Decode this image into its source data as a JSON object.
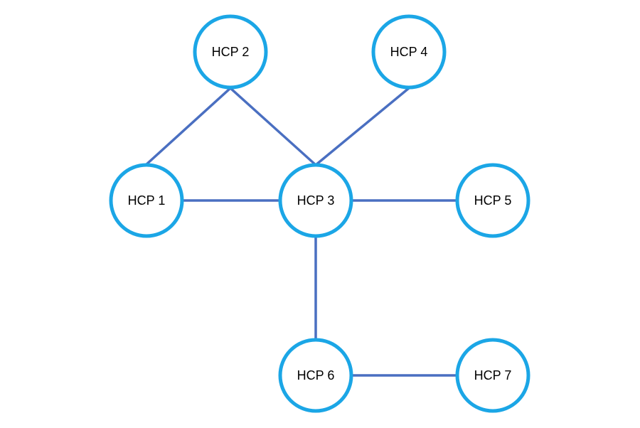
{
  "colors": {
    "node_stroke": "#1BA6E6",
    "node_fill": "#FFFFFF",
    "edge": "#4A6FC1",
    "label": "#000000"
  },
  "nodes": [
    {
      "id": "hcp1",
      "label": "HCP 1"
    },
    {
      "id": "hcp2",
      "label": "HCP 2"
    },
    {
      "id": "hcp3",
      "label": "HCP 3"
    },
    {
      "id": "hcp4",
      "label": "HCP 4"
    },
    {
      "id": "hcp5",
      "label": "HCP 5"
    },
    {
      "id": "hcp6",
      "label": "HCP 6"
    },
    {
      "id": "hcp7",
      "label": "HCP 7"
    }
  ],
  "edges": [
    {
      "from": "hcp1",
      "to": "hcp2"
    },
    {
      "from": "hcp2",
      "to": "hcp3"
    },
    {
      "from": "hcp4",
      "to": "hcp3"
    },
    {
      "from": "hcp1",
      "to": "hcp3"
    },
    {
      "from": "hcp3",
      "to": "hcp5"
    },
    {
      "from": "hcp3",
      "to": "hcp6"
    },
    {
      "from": "hcp6",
      "to": "hcp7"
    }
  ]
}
